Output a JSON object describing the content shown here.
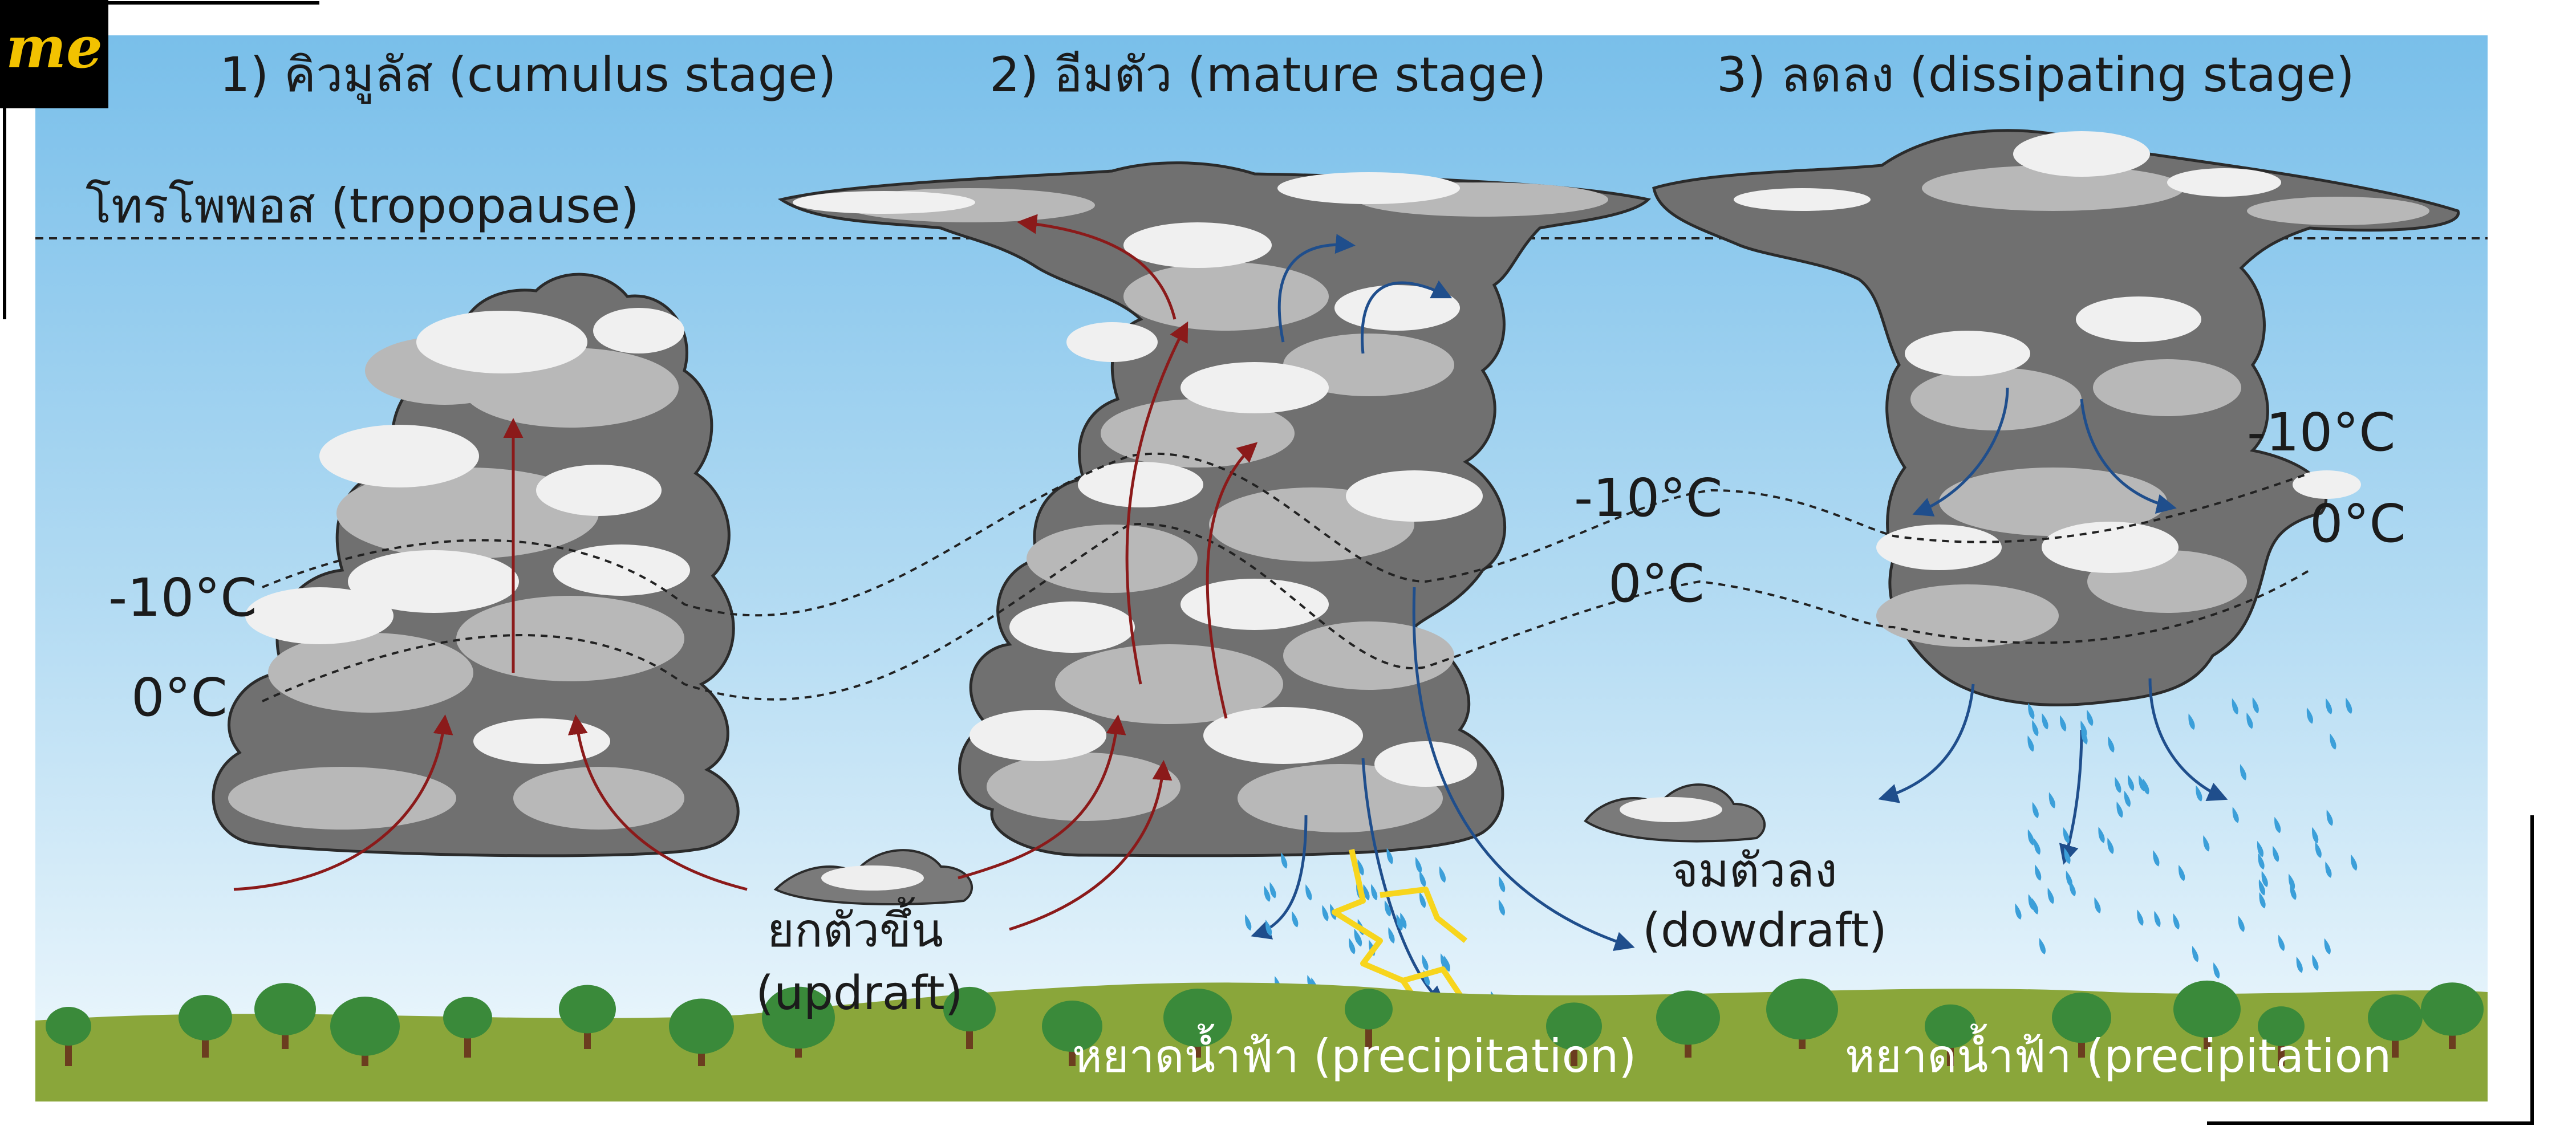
{
  "logo": {
    "text": "me",
    "color": "#f2c200"
  },
  "stages": [
    {
      "label": "1) คิวมูลัส (cumulus stage)"
    },
    {
      "label": "2) อีมตัว (mature stage)"
    },
    {
      "label": "3) ลดลง (dissipating stage)"
    }
  ],
  "tropopause_label": "โทรโพพอส (tropopause)",
  "temperatures": {
    "minus10": "-10°C",
    "zero": "0°C"
  },
  "updraft_label": [
    "ยกตัวขึ้น",
    "(updraft)"
  ],
  "downdraft_label": [
    "จมตัวลง",
    "(dowdraft)"
  ],
  "precipitation_labels": [
    "หยาดน้ำฟ้า (precipitation)",
    "หยาดน้ำฟ้า (precipitation"
  ],
  "colors": {
    "sky_top": "#7cc0ea",
    "sky_bottom": "#e9f5fc",
    "cloud_dark": "#6b6b6b",
    "cloud_mid": "#b5b5b5",
    "cloud_light": "#eeeeee",
    "updraft_arrow": "#8b1a1a",
    "downdraft_arrow": "#1f4e8c",
    "rain": "#3b9fd9",
    "lightning": "#f7d51d",
    "ground": "#8aa63a",
    "tree": "#3a8a3a"
  }
}
